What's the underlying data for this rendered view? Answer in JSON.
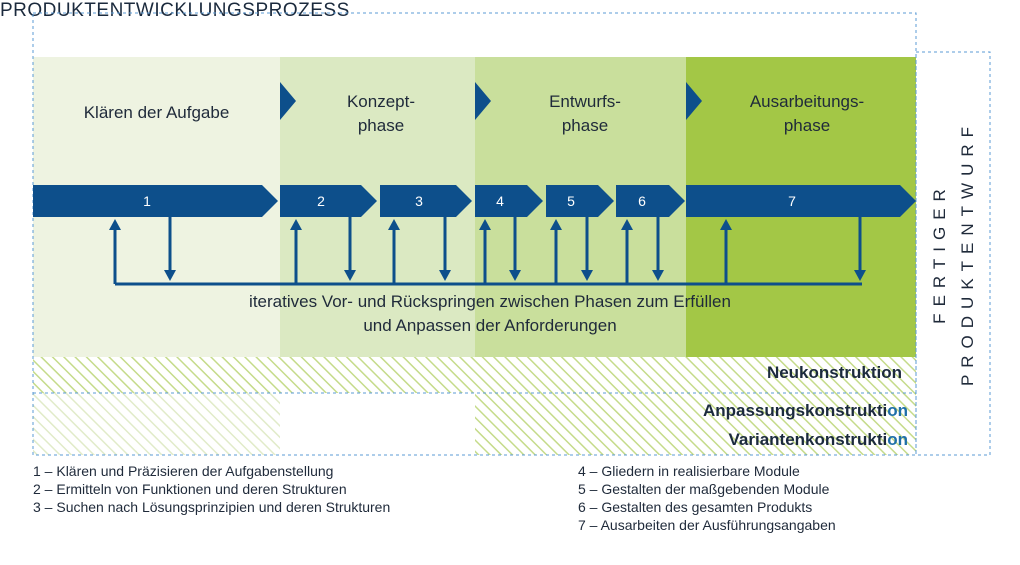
{
  "title": "PRODUKTENTWICKLUNGSPROZESS",
  "phases": [
    "Klären der Aufgabe",
    "Konzept-\nphase",
    "Entwurfs-\nphase",
    "Ausarbeitungs-\nphase"
  ],
  "steps": [
    "1",
    "2",
    "3",
    "4",
    "5",
    "6",
    "7"
  ],
  "iteration_text": "iteratives Vor- und Rückspringen zwischen Phasen zum Erfüllen\nund Anpassen der Anforderungen",
  "construction_types": {
    "neu": "Neukonstruktion",
    "anpassung_main": "Anpassungskonstrukti",
    "anpassung_tail": "on",
    "varianten_main": "Variantenkonstrukti",
    "varianten_tail": "on"
  },
  "result_label": "FERTIGER\nPRODUKTENTWURF",
  "legend_left": [
    "1 – Klären und Präzisieren der Aufgabenstellung",
    "2 – Ermitteln von Funktionen und deren Strukturen",
    "3 – Suchen nach Lösungsprinzipien und deren Strukturen"
  ],
  "legend_right": [
    "4 – Gliedern in realisierbare Module",
    "5 – Gestalten der maßgebenden Module",
    "6 – Gestalten des gesamten Produkts",
    "7 – Ausarbeiten der Ausführungsangaben"
  ],
  "colors": {
    "arrow_blue": "#0d4f8b",
    "phase1": "#eef3e1",
    "phase2": "#dbe9c2",
    "phase3": "#c9df9c",
    "phase4": "#a3c746",
    "hatch": "#c7dc8e",
    "dash": "#5b9bd5"
  }
}
